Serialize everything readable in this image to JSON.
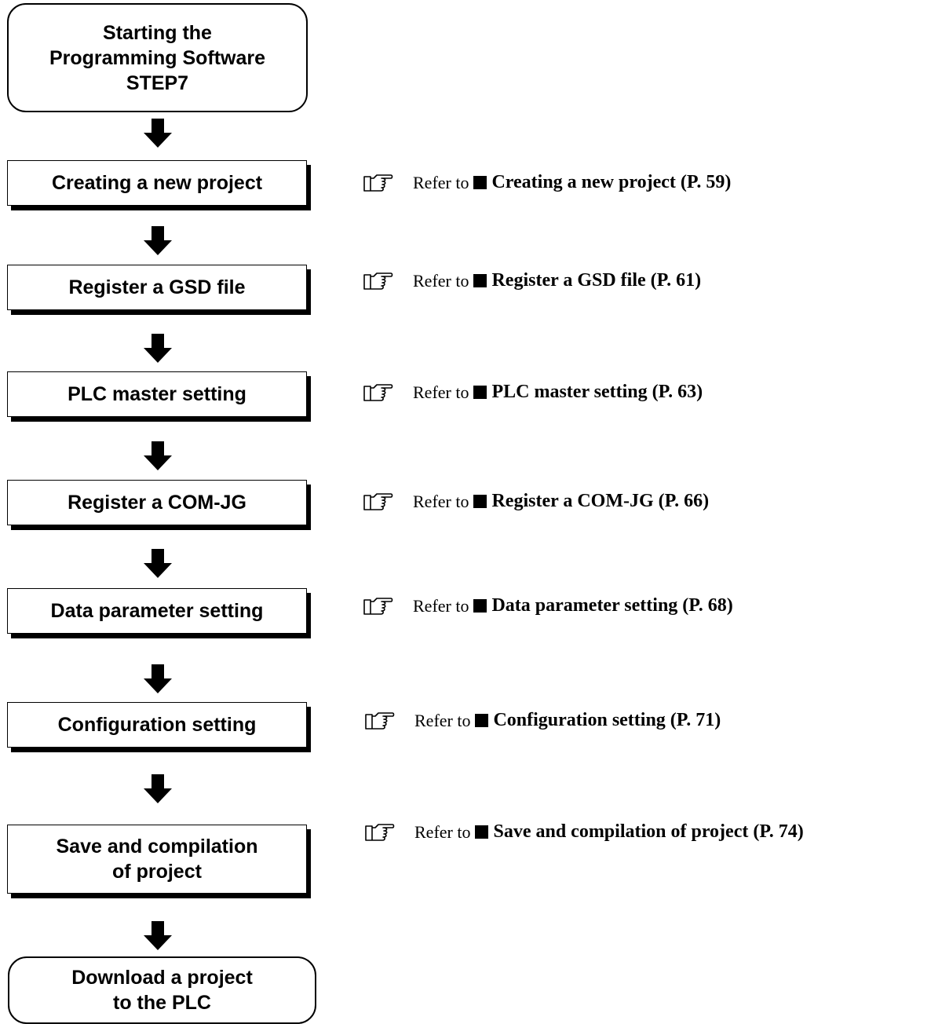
{
  "start": {
    "line1": "Starting the",
    "line2": "Programming Software",
    "line3": "STEP7"
  },
  "steps": [
    {
      "label": "Creating a new project"
    },
    {
      "label": "Register a GSD file"
    },
    {
      "label": "PLC master setting"
    },
    {
      "label": "Register a COM-JG"
    },
    {
      "label": "Data parameter setting"
    },
    {
      "label": "Configuration setting"
    },
    {
      "line1": "Save and compilation",
      "line2": "of project"
    }
  ],
  "end": {
    "line1": "Download a project",
    "line2": "to the PLC"
  },
  "refs": [
    {
      "prefix": "Refer to",
      "title": "Creating a new project (P. 59)"
    },
    {
      "prefix": "Refer to",
      "title": "Register a GSD file (P. 61)"
    },
    {
      "prefix": "Refer to",
      "title": "PLC master setting (P. 63)"
    },
    {
      "prefix": "Refer to",
      "title": "Register a COM-JG (P. 66)"
    },
    {
      "prefix": "Refer to",
      "title": "Data parameter setting (P. 68)"
    },
    {
      "prefix": "Refer to",
      "title": "Configuration setting (P. 71)"
    },
    {
      "prefix": "Refer to",
      "title": "Save and compilation of project (P. 74)"
    }
  ],
  "icons": {
    "reference": "pointing-hand-icon",
    "arrow": "down-arrow-icon",
    "bullet": "square-bullet-icon"
  }
}
